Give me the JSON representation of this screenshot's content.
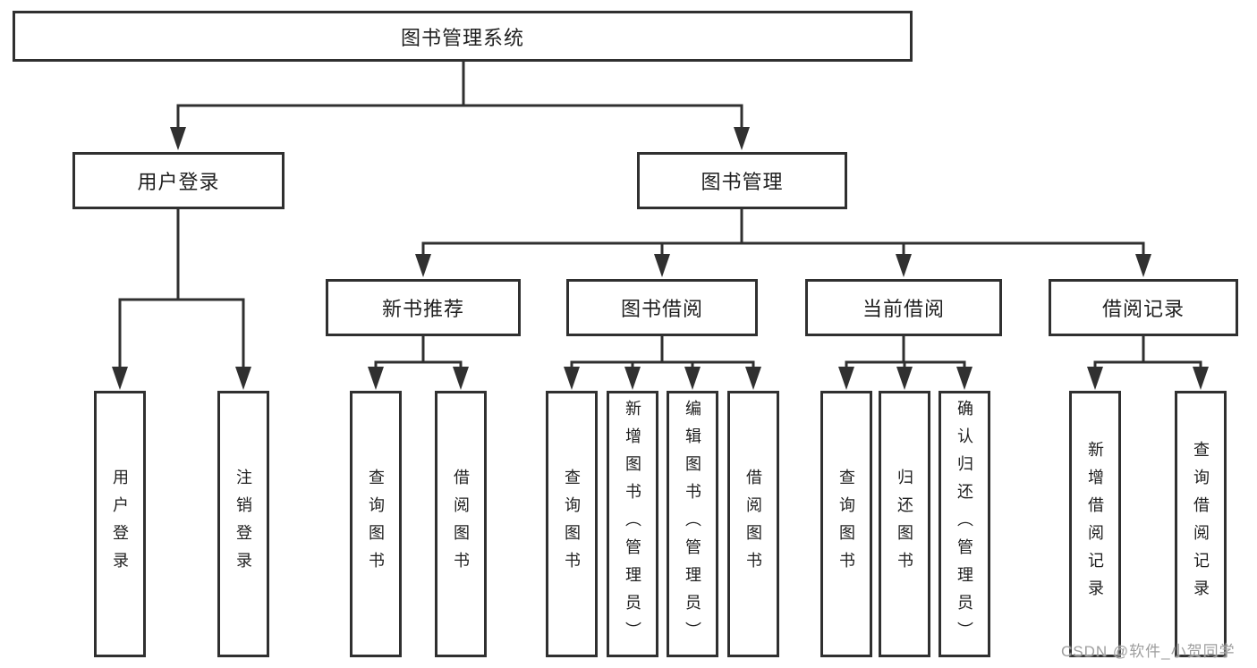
{
  "diagram": {
    "root": {
      "label": "图书管理系统"
    },
    "branches": [
      {
        "label": "用户登录",
        "children": [
          {
            "label": "用户登录"
          },
          {
            "label": "注销登录"
          }
        ]
      },
      {
        "label": "图书管理",
        "children": [
          {
            "label": "新书推荐",
            "children": [
              {
                "label": "查询图书"
              },
              {
                "label": "借阅图书"
              }
            ]
          },
          {
            "label": "图书借阅",
            "children": [
              {
                "label": "查询图书"
              },
              {
                "label": "新增图书（管理员）"
              },
              {
                "label": "编辑图书（管理员）"
              },
              {
                "label": "借阅图书"
              }
            ]
          },
          {
            "label": "当前借阅",
            "children": [
              {
                "label": "查询图书"
              },
              {
                "label": "归还图书"
              },
              {
                "label": "确认归还（管理员）"
              }
            ]
          },
          {
            "label": "借阅记录",
            "children": [
              {
                "label": "新增借阅记录"
              },
              {
                "label": "查询借阅记录"
              }
            ]
          }
        ]
      }
    ]
  },
  "watermark": {
    "text": "CSDN @软件_小贺同学"
  },
  "colors": {
    "line": "#303030",
    "text": "#1f1f1f",
    "background": "#ffffff",
    "watermark": "#9e9e9e"
  }
}
